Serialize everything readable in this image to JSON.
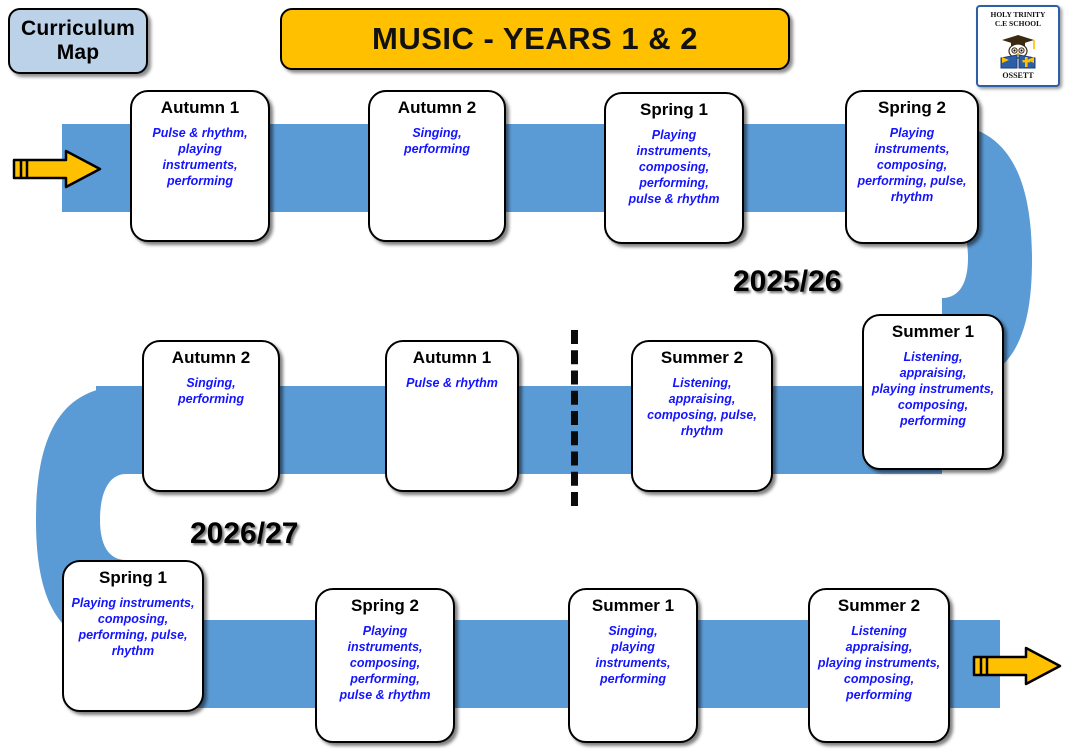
{
  "header": {
    "curriculum_map_label": "Curriculum\nMap",
    "curriculum_map_line1": "Curriculum",
    "curriculum_map_line2": "Map",
    "title": "MUSIC - YEARS 1 & 2",
    "logo": {
      "line1": "HOLY TRINITY",
      "line2": "C.E SCHOOL",
      "line3": "OSSETT",
      "icon": "owl-graduate-with-book-icon"
    }
  },
  "colors": {
    "ribbon_blue": "#5B9BD5",
    "banner_yellow": "#FFC000",
    "pill_blue": "#BCD2E8",
    "body_text_blue": "#1414FF",
    "outline_black": "#000000"
  },
  "year_labels": [
    {
      "text": "2025/26"
    },
    {
      "text": "2026/27"
    }
  ],
  "rows": [
    {
      "name": "row-1",
      "direction": "left-to-right",
      "cards": [
        {
          "title": "Autumn 1",
          "body": "Pulse & rhythm,\nplaying instruments,\nperforming"
        },
        {
          "title": "Autumn 2",
          "body": "Singing,\nperforming"
        },
        {
          "title": "Spring 1",
          "body": "Playing instruments,\ncomposing,\nperforming,\npulse & rhythm"
        },
        {
          "title": "Spring 2",
          "body": "Playing instruments,\ncomposing,\nperforming, pulse,\nrhythm"
        }
      ]
    },
    {
      "name": "row-2",
      "direction": "right-to-left",
      "cards": [
        {
          "title": "Autumn 2",
          "body": "Singing,\nperforming"
        },
        {
          "title": "Autumn 1",
          "body": "Pulse & rhythm"
        },
        {
          "title": "Summer 2",
          "body": "Listening,\nappraising,\ncomposing, pulse,\nrhythm"
        },
        {
          "title": "Summer 1",
          "body": "Listening,\nappraising,\nplaying instruments,\ncomposing,\nperforming"
        }
      ]
    },
    {
      "name": "row-3",
      "direction": "left-to-right",
      "cards": [
        {
          "title": "Spring 1",
          "body": "Playing instruments,\ncomposing,\nperforming, pulse,\nrhythm"
        },
        {
          "title": "Spring 2",
          "body": "Playing instruments,\ncomposing,\nperforming,\npulse & rhythm"
        },
        {
          "title": "Summer 1",
          "body": "Singing,\nplaying instruments,\nperforming"
        },
        {
          "title": "Summer 2",
          "body": "Listening appraising,\nplaying instruments,\ncomposing,\nperforming"
        }
      ]
    }
  ],
  "arrows": [
    {
      "name": "start-arrow",
      "direction": "right"
    },
    {
      "name": "end-arrow",
      "direction": "right"
    }
  ],
  "divider": {
    "name": "year-divider",
    "style": "dashed-vertical"
  }
}
